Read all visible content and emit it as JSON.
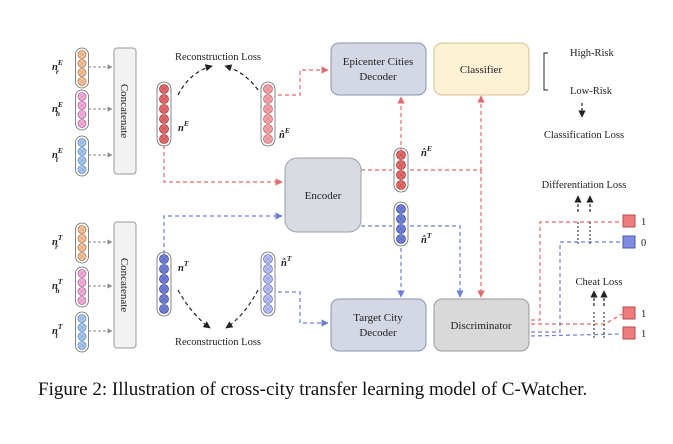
{
  "diagram": {
    "inputs_top": [
      {
        "base": "n",
        "sub": "r",
        "sup": "E"
      },
      {
        "base": "n",
        "sub": "h",
        "sup": "E"
      },
      {
        "base": "n",
        "sub": "t",
        "sup": "E"
      }
    ],
    "inputs_bottom": [
      {
        "base": "n",
        "sub": "r",
        "sup": "T"
      },
      {
        "base": "n",
        "sub": "h",
        "sup": "T"
      },
      {
        "base": "n",
        "sub": "t",
        "sup": "T"
      }
    ],
    "concat_label": "Concatenate",
    "recon_loss_top": "Reconstruction Loss",
    "recon_loss_bottom": "Reconstruction Loss",
    "nE": {
      "base": "n",
      "sup": "E"
    },
    "nE_hat": {
      "base": "n̂",
      "sup": "E"
    },
    "nT": {
      "base": "n",
      "sup": "T"
    },
    "nT_hat": {
      "base": "n̂",
      "sup": "T"
    },
    "encoder": "Encoder",
    "epicenter_decoder": [
      "Epicenter Cities",
      "Decoder"
    ],
    "target_decoder": [
      "Target City",
      "Decoder"
    ],
    "classifier": "Classifier",
    "discriminator": "Discriminator",
    "high_risk": "High-Risk",
    "low_risk": "Low-Risk",
    "classification_loss": "Classification Loss",
    "differentiation_loss": "Differentiation Loss",
    "cheat_loss": "Cheat Loss",
    "out_labels": [
      "1",
      "0",
      "1",
      "1"
    ],
    "colors": {
      "red": "#e26a6a",
      "blue": "#6e7fd6",
      "orange": "#f6c6a0",
      "pink": "#f1b3dc",
      "light_blue": "#a9c8ee",
      "grey_box": "#d9dbe3",
      "classifier_fill": "#fdf1d6"
    }
  },
  "caption": "Figure 2: Illustration of cross-city transfer learning model of C-Watcher."
}
